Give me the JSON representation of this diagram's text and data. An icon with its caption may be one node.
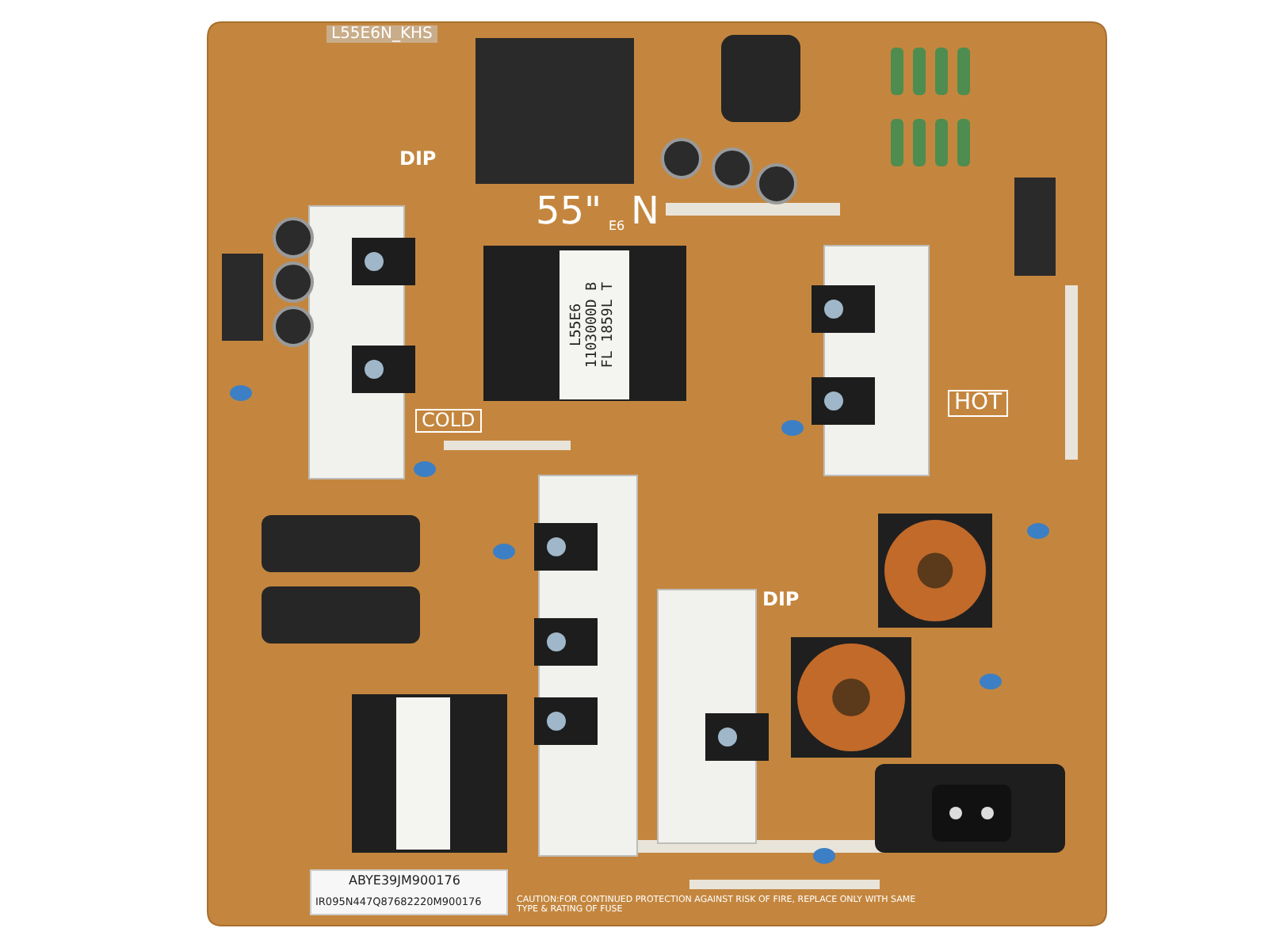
{
  "diagram": {
    "labels": [
      "L55E6N_KHS",
      "DIP",
      "55\"",
      "E6",
      "N",
      "L55E6 1103000D B FL 1859L T",
      "COLD",
      "HOT",
      "DIP",
      "ABYE39JM900176",
      "IR095N447Q87682220M900176",
      "CAUTION:FOR CONTINUED PROTECTION AGAINST RISK OF FIRE, REPLACE ONLY WITH SAME TYPE & RATING OF FUSE"
    ]
  }
}
